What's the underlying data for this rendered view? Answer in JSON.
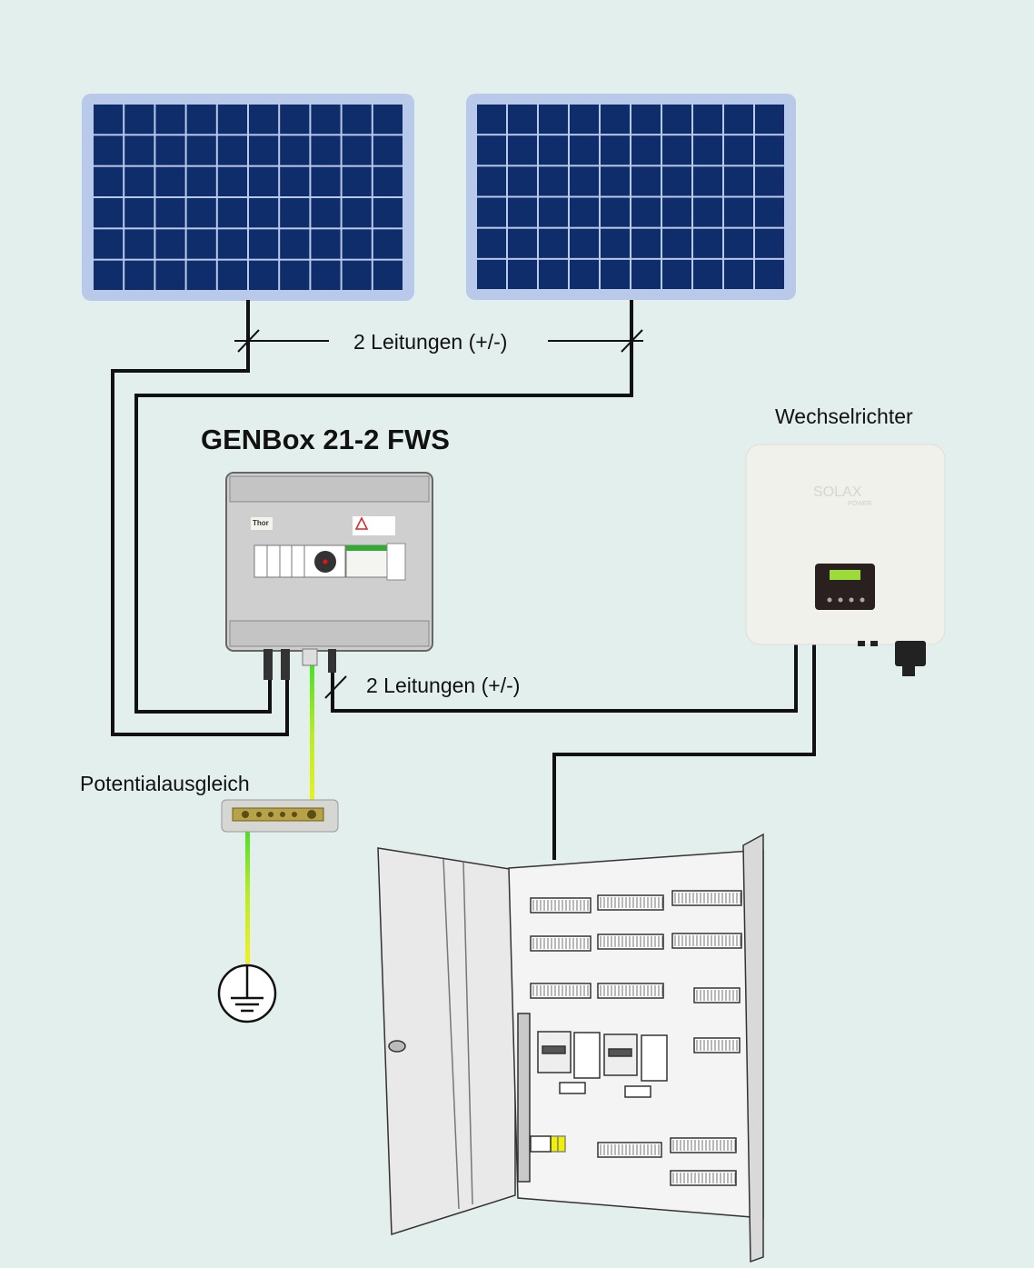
{
  "labels": {
    "wires_top": "2 Leitungen (+/-)",
    "wires_bottom": "2 Leitungen (+/-)",
    "genbox_title": "GENBox 21-2 FWS",
    "inverter": "Wechselrichter",
    "equipotential": "Potentialausgleich"
  },
  "devices": {
    "genbox_brand": "Thor",
    "inverter_brand": "SOLAX",
    "inverter_sub": "POWER"
  },
  "solar_panel": {
    "columns": 10,
    "rows": 6
  },
  "colors": {
    "background": "#e3efec",
    "panel_frame": "#b9c9ea",
    "panel_cell": "#0f2c6b",
    "wire": "#111111",
    "earth_green": "#3fdc2a",
    "earth_yellow": "#f2f01e"
  }
}
